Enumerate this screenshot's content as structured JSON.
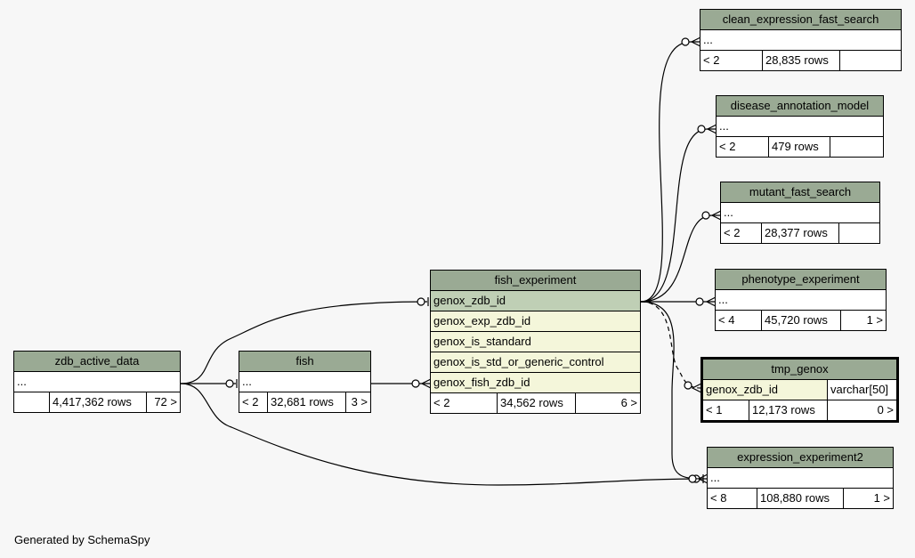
{
  "footer": {
    "generated_by": "Generated by SchemaSpy"
  },
  "tables": {
    "zdb_active_data": {
      "name": "zdb_active_data",
      "row": "...",
      "parents": "",
      "rows": "4,417,362 rows",
      "children": "72 >"
    },
    "fish": {
      "name": "fish",
      "row": "...",
      "parents": "< 2",
      "rows": "32,681 rows",
      "children": "3 >"
    },
    "fish_experiment": {
      "name": "fish_experiment",
      "columns": [
        "genox_zdb_id",
        "genox_exp_zdb_id",
        "genox_is_standard",
        "genox_is_std_or_generic_control",
        "genox_fish_zdb_id"
      ],
      "parents": "< 2",
      "rows": "34,562 rows",
      "children": "6 >"
    },
    "clean_expression_fast_search": {
      "name": "clean_expression_fast_search",
      "row": "...",
      "parents": "< 2",
      "rows": "28,835 rows",
      "children": ""
    },
    "disease_annotation_model": {
      "name": "disease_annotation_model",
      "row": "...",
      "parents": "< 2",
      "rows": "479 rows",
      "children": ""
    },
    "mutant_fast_search": {
      "name": "mutant_fast_search",
      "row": "...",
      "parents": "< 2",
      "rows": "28,377 rows",
      "children": ""
    },
    "phenotype_experiment": {
      "name": "phenotype_experiment",
      "row": "...",
      "parents": "< 4",
      "rows": "45,720 rows",
      "children": "1 >"
    },
    "tmp_genox": {
      "name": "tmp_genox",
      "column": "genox_zdb_id",
      "type": "varchar[50]",
      "parents": "< 1",
      "rows": "12,173 rows",
      "children": "0 >"
    },
    "expression_experiment2": {
      "name": "expression_experiment2",
      "row": "...",
      "parents": "< 8",
      "rows": "108,880 rows",
      "children": "1 >"
    }
  }
}
